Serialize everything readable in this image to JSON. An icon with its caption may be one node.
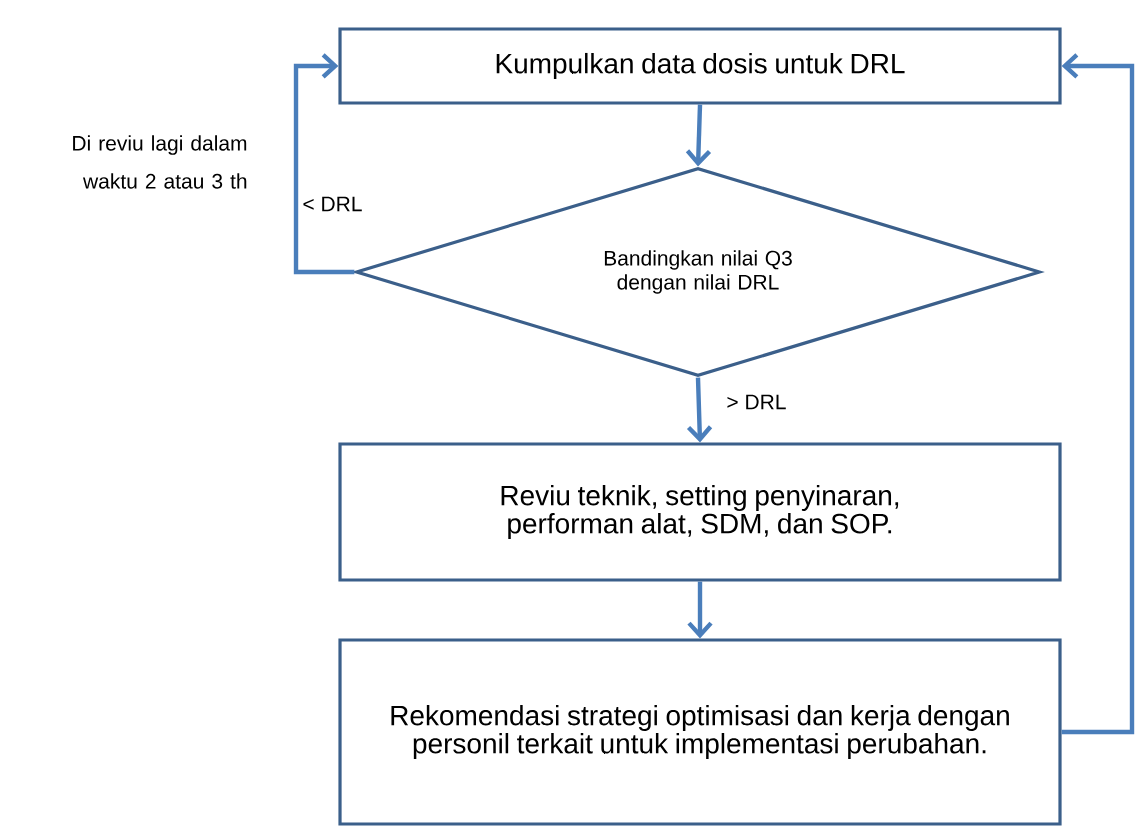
{
  "diagram": {
    "nodes": [
      {
        "text": [
          "Kumpulkan data dosis untuk DRL"
        ]
      },
      {
        "text": [
          "Bandingkan nilai Q3 dengan nilai DRL"
        ]
      },
      {
        "text": [
          "Reviu teknik, setting penyinaran, performan alat, SDM, dan SOP."
        ]
      },
      {
        "text": [
          "Rekomendasi strategi optimisasi dan kerja dengan personil terkait untuk implementasi perubahan."
        ]
      }
    ],
    "edges": [
      {
        "from": 0,
        "to": 1,
        "arrow": "to"
      },
      {
        "from": 1,
        "to": 0,
        "arrow": "to",
        "label": "< DRL"
      },
      {
        "from": 1,
        "to": 2,
        "arrow": "to",
        "label": "> DRL"
      },
      {
        "from": 2,
        "to": 3,
        "arrow": "to"
      },
      {
        "from": 3,
        "to": 0,
        "arrow": "to"
      }
    ],
    "labels": [
      "Di reviu lagi dalam waktu 2 atau 3 th"
    ]
  }
}
